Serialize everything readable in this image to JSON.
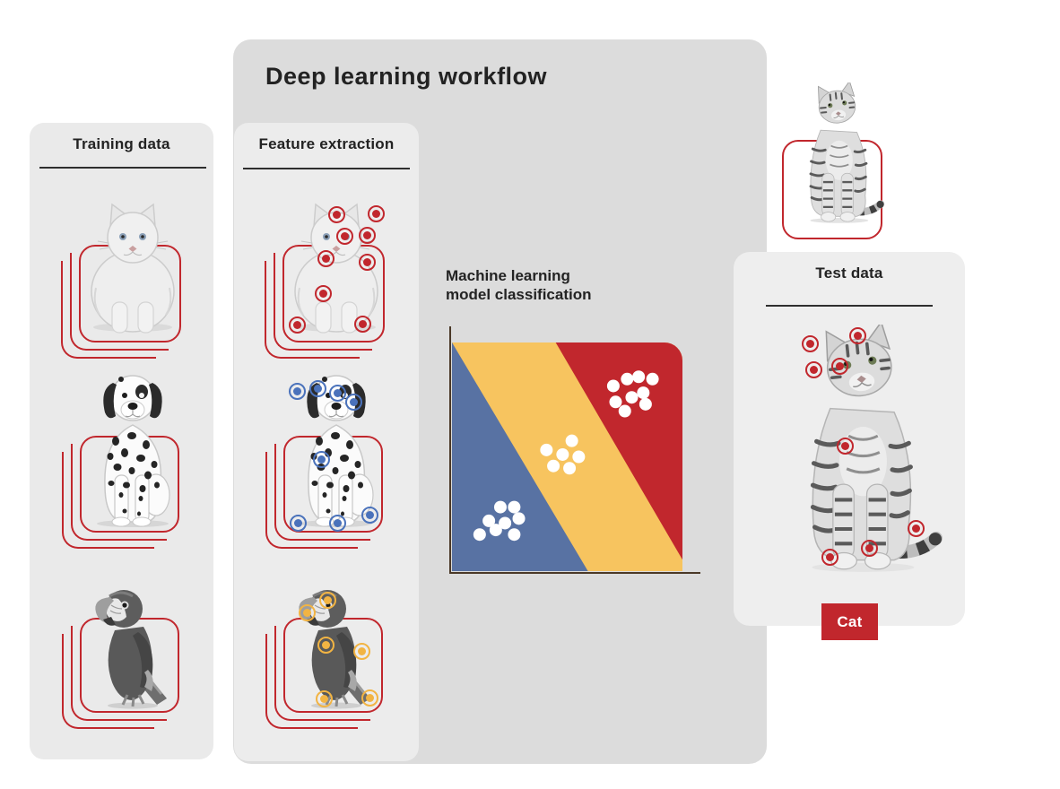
{
  "page_title": "Deep learning workflow",
  "sections": {
    "training": {
      "title": "Training data",
      "items": [
        "cat",
        "dalmatian-dog",
        "parrot"
      ]
    },
    "feature_extraction": {
      "title": "Feature extraction",
      "items": [
        "cat",
        "dalmatian-dog",
        "parrot"
      ]
    },
    "classification": {
      "title_line1": "Machine learning",
      "title_line2": "model classification"
    },
    "test": {
      "title": "Test data",
      "items": [
        "tabby-cat"
      ],
      "prediction_label": "Cat"
    }
  },
  "colors": {
    "main_panel_bg": "#dcdcdc",
    "sub_panel_bg": "#eaeaea",
    "frame_red": "#c1272d",
    "marker_red": "#c1272d",
    "marker_blue": "#4a72bb",
    "marker_yellow": "#f2b443",
    "region_blue": "#5872a3",
    "region_yellow": "#f7c45f",
    "region_red": "#c1272d",
    "axis_brown": "#4a3827",
    "label_bg": "#c1272d",
    "label_text": "#ffffff",
    "dot_white": "#ffffff"
  },
  "markers": {
    "feature_cat": {
      "color": "#c1272d",
      "points": [
        [
          75,
          14
        ],
        [
          119,
          13
        ],
        [
          84,
          38
        ],
        [
          109,
          37
        ],
        [
          63,
          63
        ],
        [
          109,
          67
        ],
        [
          60,
          102
        ],
        [
          31,
          137
        ],
        [
          104,
          136
        ]
      ]
    },
    "feature_dog": {
      "color": "#4a72bb",
      "points": [
        [
          31,
          24
        ],
        [
          54,
          21
        ],
        [
          76,
          26
        ],
        [
          94,
          36
        ],
        [
          58,
          100
        ],
        [
          32,
          171
        ],
        [
          76,
          171
        ],
        [
          112,
          162
        ]
      ]
    },
    "feature_parrot": {
      "color": "#f2b443",
      "points": [
        [
          65,
          19
        ],
        [
          42,
          33
        ],
        [
          63,
          69
        ],
        [
          103,
          76
        ],
        [
          61,
          129
        ],
        [
          112,
          128
        ]
      ]
    },
    "test_cat": {
      "color": "#c1272d",
      "points": [
        [
          43,
          23
        ],
        [
          96,
          14
        ],
        [
          47,
          52
        ],
        [
          76,
          48
        ],
        [
          82,
          137
        ],
        [
          161,
          229
        ],
        [
          109,
          251
        ],
        [
          65,
          261
        ]
      ]
    }
  },
  "chart_data": {
    "type": "scatter",
    "title": "Machine learning model classification",
    "xlabel": "",
    "ylabel": "",
    "tick_labels": "none",
    "legend": "none",
    "regions": [
      {
        "name": "yellow-band",
        "color": "#f7c45f",
        "polygon_pct": [
          [
            0,
            0
          ],
          [
            100,
            0
          ],
          [
            100,
            100
          ],
          [
            0,
            100
          ]
        ]
      },
      {
        "name": "blue-bottom-left",
        "color": "#5872a3",
        "polygon_pct": [
          [
            0,
            0
          ],
          [
            59,
            100
          ],
          [
            0,
            100
          ]
        ]
      },
      {
        "name": "red-top-right",
        "color": "#c1272d",
        "polygon_pct": [
          [
            45,
            0
          ],
          [
            100,
            0
          ],
          [
            100,
            95
          ]
        ]
      }
    ],
    "clusters": [
      {
        "region": "red-top-right",
        "dot_color": "#ffffff",
        "points_pct": [
          [
            70,
            19
          ],
          [
            76,
            16
          ],
          [
            81,
            15
          ],
          [
            87,
            16
          ],
          [
            71,
            26
          ],
          [
            78,
            24
          ],
          [
            83,
            22
          ],
          [
            75,
            30
          ],
          [
            84,
            27
          ]
        ]
      },
      {
        "region": "yellow-band",
        "dot_color": "#ffffff",
        "points_pct": [
          [
            52,
            43
          ],
          [
            41,
            47
          ],
          [
            48,
            49
          ],
          [
            55,
            50
          ],
          [
            44,
            54
          ],
          [
            51,
            55
          ]
        ]
      },
      {
        "region": "blue-bottom-left",
        "dot_color": "#ffffff",
        "points_pct": [
          [
            21,
            72
          ],
          [
            27,
            72
          ],
          [
            16,
            78
          ],
          [
            23,
            79
          ],
          [
            29,
            77
          ],
          [
            12,
            84
          ],
          [
            19,
            82
          ],
          [
            27,
            84
          ]
        ]
      }
    ]
  }
}
